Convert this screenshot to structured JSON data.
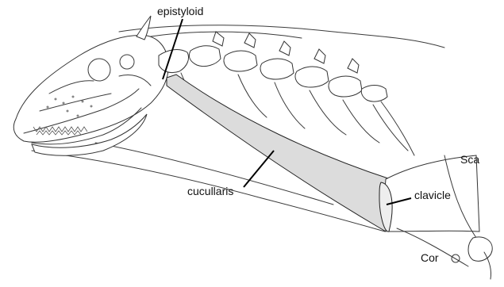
{
  "labels": {
    "epistyloid": "epistyloid",
    "cucullaris": "cucullaris",
    "clavicle": "clavicle",
    "scapula": "Sca",
    "coracoid": "Cor"
  },
  "colors": {
    "muscle_fill": "#dcdcdc",
    "line": "#333333",
    "background": "#ffffff"
  }
}
